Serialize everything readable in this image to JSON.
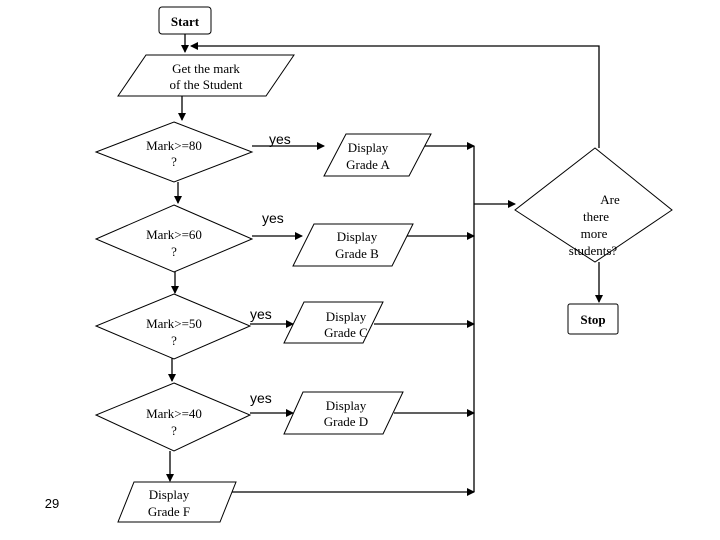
{
  "start": "Start",
  "stop": "Stop",
  "input": [
    "Get the mark",
    "of the Student"
  ],
  "decisions": {
    "d80": [
      "Mark>=80",
      "?"
    ],
    "d60": [
      "Mark>=60",
      "?"
    ],
    "d50": [
      "Mark>=50",
      "?"
    ],
    "d40": [
      "Mark>=40",
      "?"
    ],
    "more": [
      "Are",
      "there",
      "more",
      "students?"
    ]
  },
  "yes": [
    "yes",
    "yes",
    "yes",
    "yes"
  ],
  "outputs": {
    "a": [
      "Display",
      "Grade A"
    ],
    "b": [
      "Display",
      "Grade B"
    ],
    "c": [
      "Display",
      "Grade C"
    ],
    "d": [
      "Display",
      "Grade D"
    ],
    "f": [
      "Display",
      "Grade F"
    ]
  },
  "page_number": "29"
}
